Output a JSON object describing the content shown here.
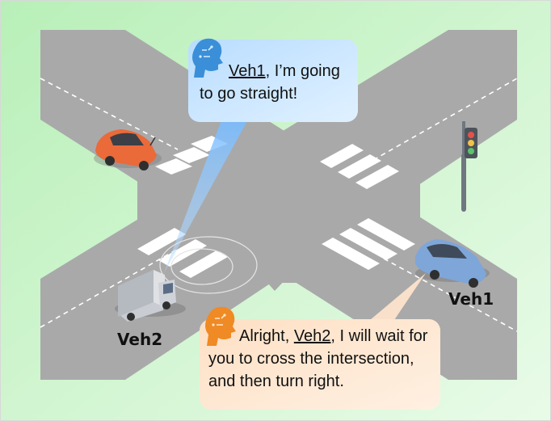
{
  "diagram": {
    "bubble_top": {
      "addressee": "Veh1",
      "text_after": ", I’m going to go straight!",
      "icon": "ai-head-icon",
      "color": "#c9e6ff"
    },
    "bubble_bottom": {
      "prefix": "Alright, ",
      "addressee": "Veh2",
      "text_after": ", I will wait for you to cross the intersection, and then turn right.",
      "icon": "ai-head-icon",
      "color": "#fde3cb"
    },
    "labels": {
      "veh1": "Veh1",
      "veh2": "Veh2"
    },
    "colors": {
      "road": "#a9a9aa",
      "background": "#c8f3c8",
      "head_blue": "#3b8fd8",
      "head_orange": "#f08a24",
      "car_orange": "#ea6a3a",
      "car_blue": "#7ea6d8"
    }
  }
}
